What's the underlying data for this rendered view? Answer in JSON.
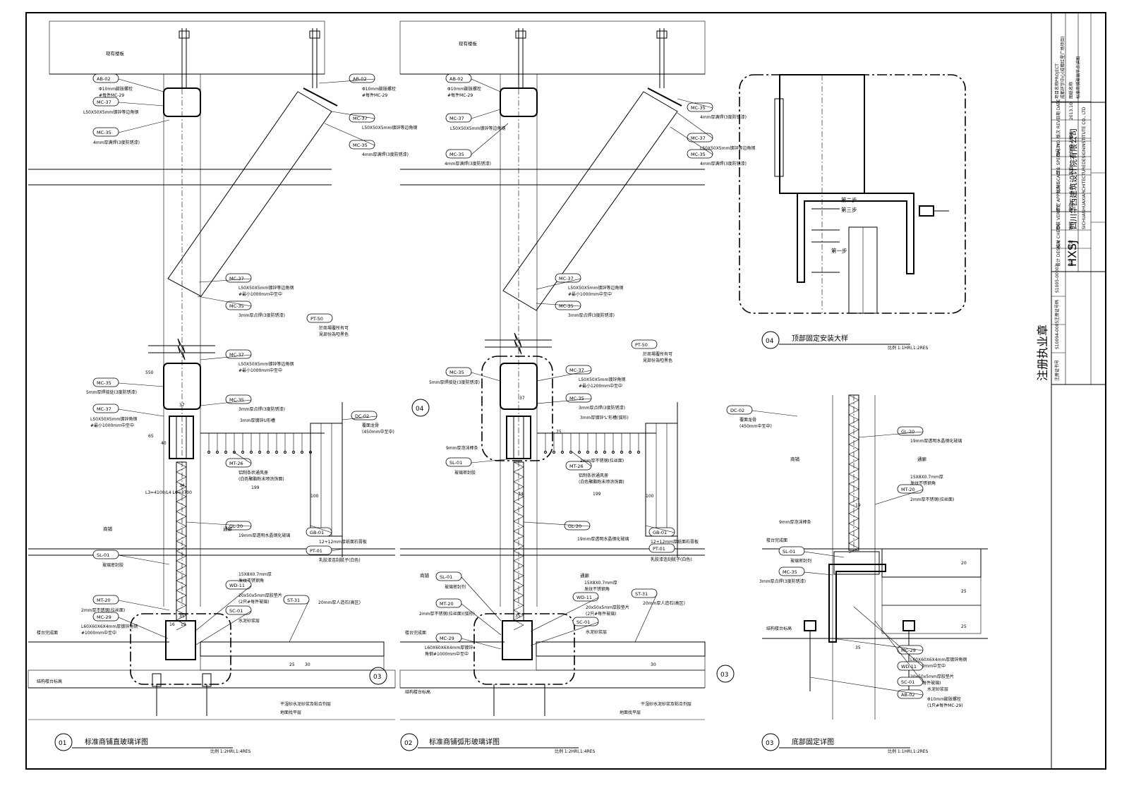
{
  "drawings": [
    {
      "id": "d1",
      "num": "01",
      "title": "标准商铺直玻璃详图",
      "scale": "比例 1:2HRI,1:4RES",
      "marker": "03"
    },
    {
      "id": "d2",
      "num": "02",
      "title": "标准商铺弧形玻璃详图",
      "scale": "比例 1:2HRI,1:4RES",
      "marker1": "04",
      "marker2": "03"
    },
    {
      "id": "d3",
      "num": "04",
      "title": "顶部固定安装大样",
      "scale": "比例 1:1HRI,1:2RES"
    },
    {
      "id": "d4",
      "num": "03",
      "title": "底部固定详图",
      "scale": "比例 1:1HRI,1:2RES"
    }
  ],
  "tags": {
    "ab02": "AB-02",
    "mc37": "MC-37",
    "mc35": "MC-35",
    "pt50": "PT-50",
    "dc02": "DC-02",
    "mt26": "MT-26",
    "gl20": "GL-20",
    "gb01": "GB-01",
    "pt01": "PT-01",
    "sl01": "SL-01",
    "mt20": "MT-20",
    "mc29": "MC-29",
    "wd11": "WD-11",
    "sc01": "SC-01",
    "st31": "ST-31"
  },
  "notes": {
    "existing_slab": "现有楼板",
    "ab02_1": "Φ10mm膨胀螺栓",
    "ab02_2": "#每件MC-29",
    "mc37_angle": "L50X50X5mm镀锌等边角钢",
    "mc37_angle_1": "L50X50X5mm镀锌等边角钢",
    "mc37_angle_2": "#最小1000mm中至中",
    "mc35_weld": "4mm厚满焊(3度防锈漆)",
    "mc35_spot": "3mm厚点焊(3度防锈漆)",
    "pt50_1": "於商場覆所有可",
    "pt50_2": "見部份為啞黑色",
    "mc35_5mm": "5mm厚焊接处(3度防锈漆)",
    "mc37_b1": "L50X50X5mm镀锌角钢",
    "mc37_b2": "#最小1000mm中至中",
    "mc37_c1": "L50X50X5mm镀锌角钢",
    "mc37_c2": "#最小1200mm中至中",
    "slot": "3mm厚镀锌U形槽",
    "slot_l": "3mm厚镀锌'L'形槽(弧形)",
    "ss2": "2mm厚不锈钢(拉丝面)",
    "dc02_1": "覆面龙骨",
    "dc02_2": "(450mm中至中)",
    "mt26_1": "铝制条状通风册",
    "mt26_2": "(白色聚酯粉末喷涂饰面)",
    "shop": "商铺",
    "corridor": "通廊",
    "gl20": "19mm厚透明水晶钢化玻璃",
    "gb01": "12+12mm厚纸面石膏板",
    "pt01": "乳胶漆连刮腻子(白色)",
    "sl01": "玻璃密封胶",
    "sl01b": "玻璃密封剂",
    "ss15_1": "15X8X0.7mm厚",
    "ss15_2": "发纹不锈钢角",
    "wd11_1": "20x50x5mm厚胶垫片",
    "wd11_2": "(2只#每件玻璃)",
    "sc01": "水泥砂浆层",
    "st31": "20mm厚人造石(高区)",
    "mt20": "2mm厚不锈钢(拉丝面)",
    "mt20b": "2mm厚不锈钢(拉丝面)(弧形)",
    "mc29_1": "L60X60X6X4mm厚镀锌角钢",
    "mc29_2": "#1000mm中至中",
    "mc29_b1": "L60X60X6X4mm厚镀锌",
    "mc29_b2": "角钢#1000mm中至中",
    "mortar": "干湿砂水泥砂浆及粘合剂层",
    "screed": "地面找平层",
    "finish_lvl": "楼台完成面",
    "struct_lvl": "结构楼台标高",
    "struct_lvl2": "结构楼台标高",
    "rod": "9mm厚泡沫棒条",
    "ab02_bolt": "Φ10mm膨胀螺栓",
    "ab02_bolt2": "(1只#每件MC-29)",
    "step1": "第一步",
    "step2": "第二步",
    "step3": "第三步",
    "fc01": "发纹不锈钢角",
    "dim_550": "550",
    "dim_37": "37",
    "dim_65": "65",
    "dim_40": "40",
    "dim_35": "35",
    "dim_19": "19",
    "dim_16": "16",
    "dim_34": "34",
    "dim_199": "199",
    "dim_100": "100",
    "dim_75": "75",
    "dim_30": "30",
    "dim_25": "25",
    "dim_20": "20",
    "dim_l": "L3=4100/L4  L6=3700",
    "mc35_dot": "3mm厚点焊(3度防锈漆)"
  },
  "titleblock": {
    "stamp": "注册执业章",
    "company_cn": "四川华西建筑设计院有限公司",
    "company_en": "SICHUANHUAXIARCHITECTUREDESIGNINSTITUTE CO., LTD",
    "logo": "HXSJ",
    "project_label": "项目名称PROJECT",
    "project_name": "成都环宇中心(成都红星广场项目)",
    "drawing_label": "图纸名称",
    "drawing_name": "标准商铺玻璃节点详图",
    "rows": [
      "设计 DESIGN",
      "校对 CHECK",
      "审核 VERIFY",
      "审定 APPROVE",
      "比例 SCALE",
      "专业 SPECIALTY",
      "图号 NO.",
      "版次 REV",
      "日期 DATE"
    ],
    "values": [
      "设计",
      "校对",
      "审核",
      "审定",
      "1:2",
      "装饰",
      "CD-ID-3008",
      "B",
      "2013.10"
    ],
    "reg1": "注册证书号",
    "reg2": "S10094-0005",
    "reg3": "注册证号码",
    "reg4": "S1005-00003"
  }
}
